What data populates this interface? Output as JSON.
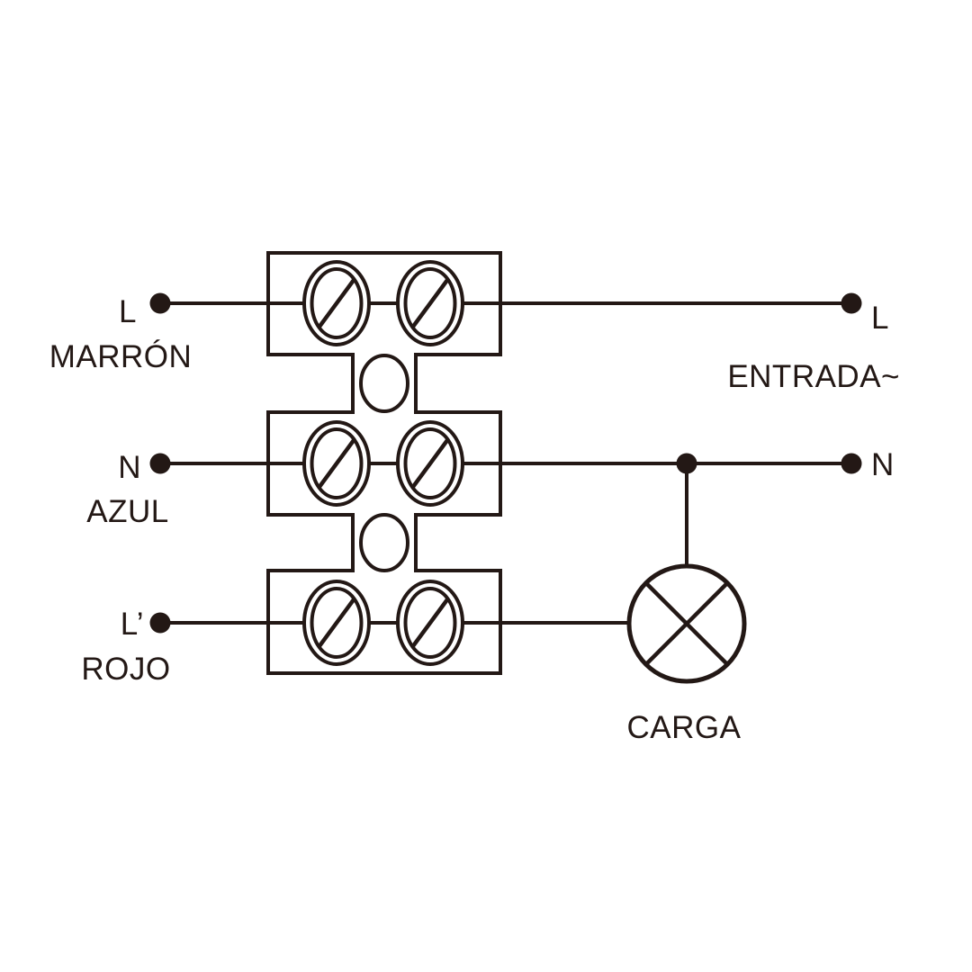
{
  "diagram": {
    "type": "wiring-diagram",
    "ink_color": "#231815",
    "background_color": "#ffffff",
    "terminal_block": {
      "poles": 3,
      "screws_per_pole": 2,
      "mounting_holes": 2
    },
    "left_connections": [
      {
        "terminal": "L",
        "wire_color_name": "MARRÓN"
      },
      {
        "terminal": "N",
        "wire_color_name": "AZUL"
      },
      {
        "terminal": "L’",
        "wire_color_name": "ROJO"
      }
    ],
    "right_connections": [
      {
        "terminal": "L"
      },
      {
        "terminal": "N"
      }
    ],
    "input_label": "ENTRADA~",
    "load_label": "CARGA"
  }
}
